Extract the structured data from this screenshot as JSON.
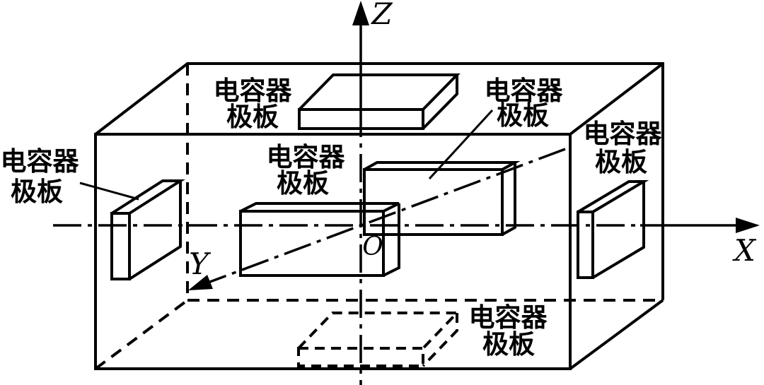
{
  "diagram": {
    "background": "#ffffff",
    "line_color": "#000000",
    "description_type": "3d-wireframe-box-with-capacitor-plates"
  },
  "axes": {
    "x_label": "X",
    "y_label": "Y",
    "z_label": "Z",
    "origin_label": "O"
  },
  "plate_label": {
    "line1": "电容器",
    "line2": "极板"
  }
}
